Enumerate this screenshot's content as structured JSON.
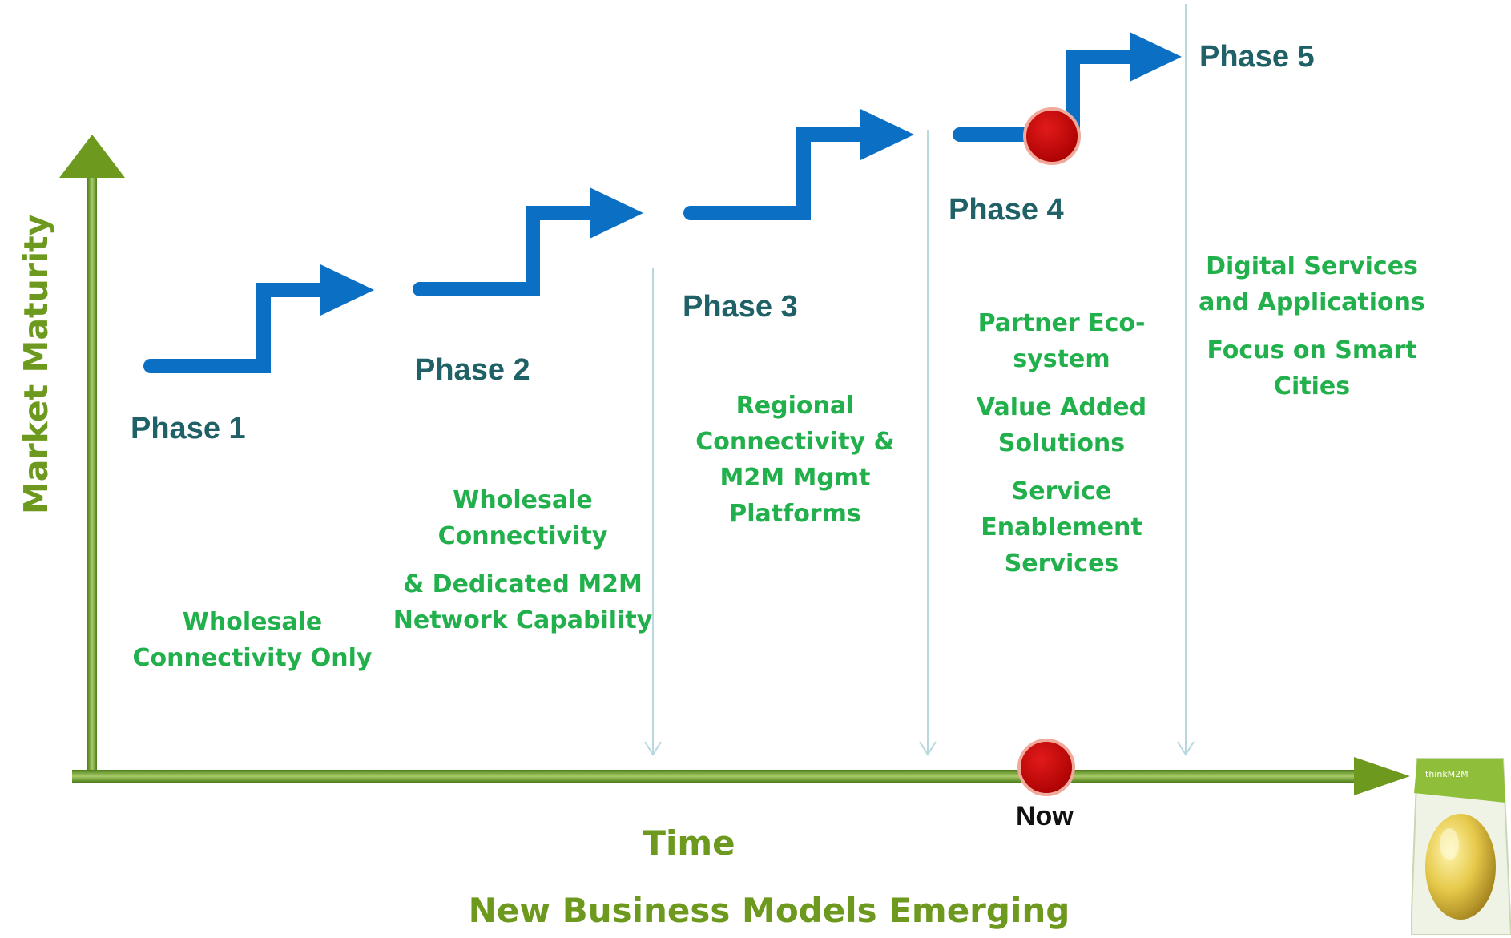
{
  "axes": {
    "y_label": "Market Maturity",
    "x_label": "Time",
    "subtitle": "New Business Models Emerging",
    "now_label": "Now"
  },
  "phases": [
    {
      "title": "Phase 1",
      "lines": [
        "Wholesale Connectivity Only"
      ]
    },
    {
      "title": "Phase 2",
      "lines": [
        "Wholesale Connectivity",
        "& Dedicated M2M Network  Capability"
      ]
    },
    {
      "title": "Phase 3",
      "lines": [
        "Regional Connectivity & M2M Mgmt Platforms"
      ]
    },
    {
      "title": "Phase 4",
      "lines": [
        "Partner Eco-system",
        "Value Added Solutions",
        "Service Enablement Services"
      ]
    },
    {
      "title": "Phase 5",
      "lines": [
        "Digital Services and Applications",
        "Focus on Smart Cities"
      ]
    }
  ],
  "logo": {
    "text": "thinkM2M"
  },
  "colors": {
    "axis_green": "#6d9a1e",
    "step_blue": "#0b6fc4",
    "phase_title": "#1f6166",
    "description_green": "#21b04b",
    "marker_red": "#c40000"
  },
  "icons": [
    "step-arrow-icon",
    "now-marker-icon",
    "logo-icon"
  ]
}
